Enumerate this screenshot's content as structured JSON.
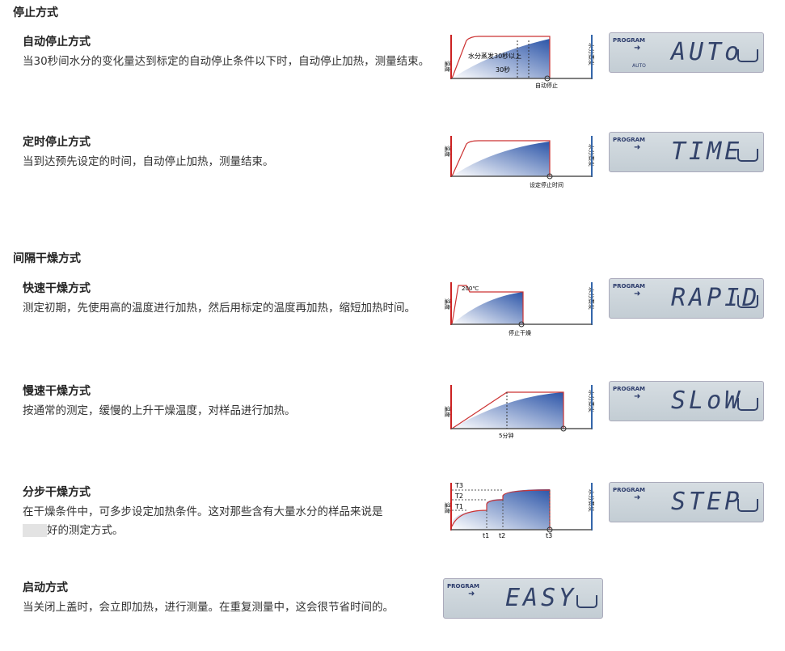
{
  "sections": [
    "停止方式",
    "间隔干燥方式"
  ],
  "axis": {
    "left": "温度",
    "right": "水分蒸发"
  },
  "items": [
    {
      "title": "自动停止方式",
      "desc": "当30秒间水分的变化量达到标定的自动停止条件以下时，自动停止加热，测量结束。",
      "lcd": "AUTo",
      "lcd_sub": "AUTO",
      "notes": [
        "水分蒸发30秒以上",
        "30秒",
        "自动停止"
      ]
    },
    {
      "title": "定时停止方式",
      "desc": "当到达预先设定的时间，自动停止加热，测量结束。",
      "lcd": "TIME",
      "notes": [
        "设定停止时间"
      ]
    },
    {
      "title": "快速干燥方式",
      "desc": "测定初期，先使用高的温度进行加热，然后用标定的温度再加热，缩短加热时间。",
      "lcd": "RAPID",
      "notes": [
        "200℃",
        "停止干燥"
      ]
    },
    {
      "title": "慢速干燥方式",
      "desc": "按通常的测定，缓慢的上升干燥温度，对样品进行加热。",
      "lcd": "SLoW",
      "notes": [
        "5分钟"
      ]
    },
    {
      "title": "分步干燥方式",
      "desc": "在干燥条件中，可多步设定加热条件。这对那些含有大量水分的样品来说是",
      "desc2": "好的测定方式。",
      "lcd": "STEP",
      "notes": [
        "T3",
        "T2",
        "T1",
        "t1",
        "t2",
        "t3"
      ]
    },
    {
      "title": "启动方式",
      "desc": "当关闭上盖时，会立即加热，进行测量。在重复测量中，这会很节省时间的。",
      "lcd": "EASY"
    }
  ],
  "lcd_program": "PROGRAM"
}
